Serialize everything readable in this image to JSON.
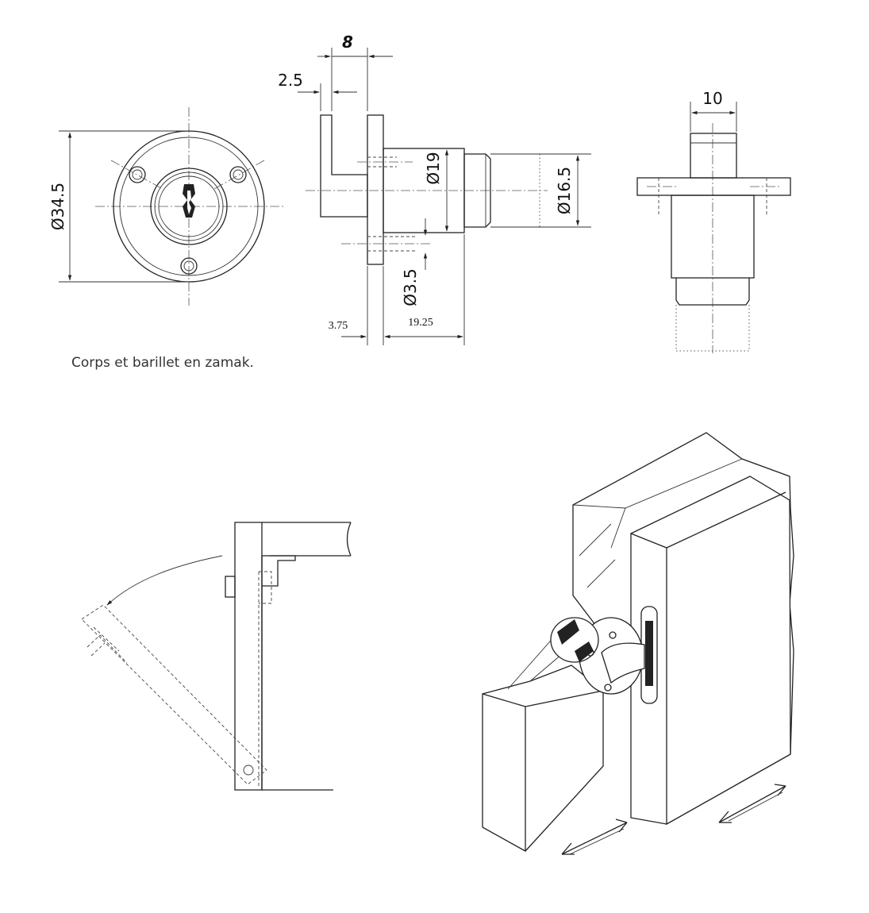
{
  "dimensions": {
    "front_diameter": "Ø34.5",
    "top_width": "8",
    "tongue_thickness": "2.5",
    "body_diameter": "Ø19",
    "bolt_diameter": "Ø16.5",
    "screw_hole": "Ø3.5",
    "flange_offset": "3.75",
    "body_length": "19.25",
    "bolt_width": "10"
  },
  "caption": "Corps et barillet en zamak."
}
